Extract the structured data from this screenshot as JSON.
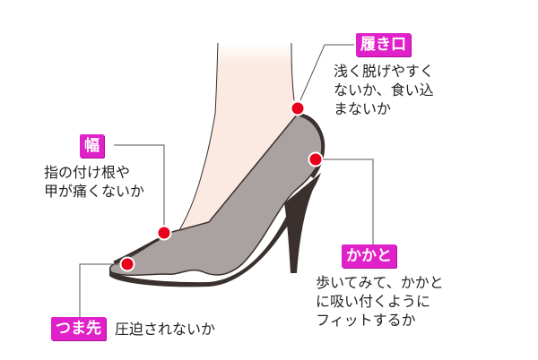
{
  "colors": {
    "label_bg": "#e020c8",
    "dot": "#e8001a",
    "shoe": "#a8a0a0",
    "shoe_dark": "#3a302e",
    "skin": "#fbe9e2"
  },
  "points": [
    {
      "id": "opening",
      "label": "履き口",
      "lines": [
        "浅く脱げやすく",
        "ないか、食い込",
        "まないか"
      ]
    },
    {
      "id": "width",
      "label": "幅",
      "lines": [
        "指の付け根や",
        "甲が痛くないか"
      ]
    },
    {
      "id": "heel",
      "label": "かかと",
      "lines": [
        "歩いてみて、かかと",
        "に吸い付くように",
        "フィットするか"
      ]
    },
    {
      "id": "toe",
      "label": "つま先",
      "lines": [
        "圧迫されないか"
      ]
    }
  ]
}
